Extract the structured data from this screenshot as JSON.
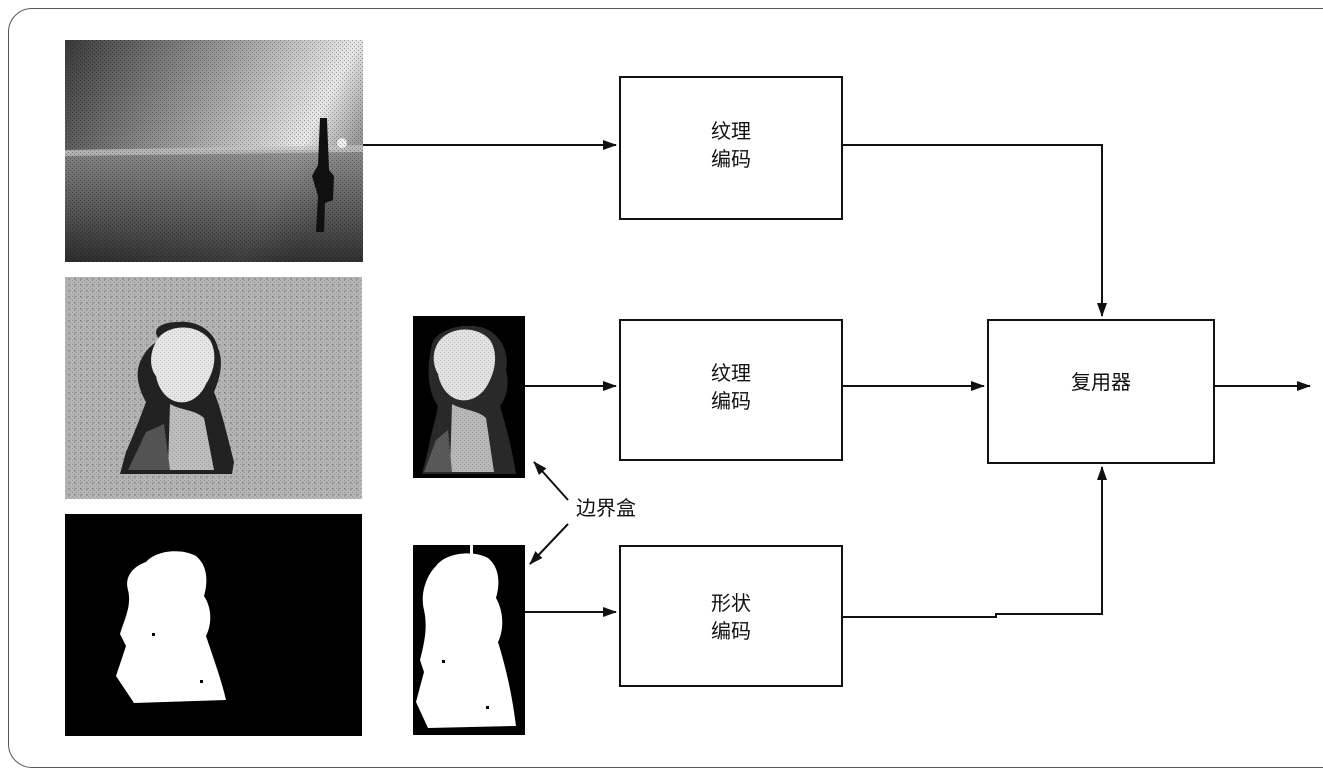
{
  "boxes": {
    "texture_encoder_1": [
      "纹理",
      "编码"
    ],
    "texture_encoder_2": [
      "纹理",
      "编码"
    ],
    "shape_encoder": [
      "形状",
      "编码"
    ],
    "multiplexer": "复用器"
  },
  "callout": "边界盒",
  "images": [
    {
      "name": "background-scene",
      "description": "background object: grayscale seascape with a lone figure"
    },
    {
      "name": "portrait-on-gray",
      "description": "foreground object on gray background"
    },
    {
      "name": "shape-mask",
      "description": "binary shape mask of the portrait"
    },
    {
      "name": "portrait-bounding-box",
      "description": "portrait cropped to bounding box"
    },
    {
      "name": "mask-bounding-box",
      "description": "shape mask cropped to bounding box"
    }
  ]
}
